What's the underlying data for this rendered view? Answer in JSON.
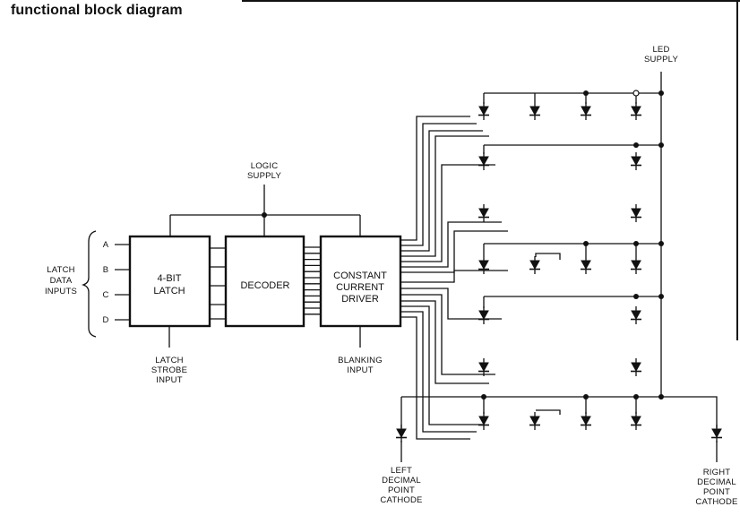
{
  "title": "functional block diagram",
  "blocks": {
    "latch": [
      "4-BIT",
      "LATCH"
    ],
    "decoder": [
      "DECODER"
    ],
    "driver": [
      "CONSTANT",
      "CURRENT",
      "DRIVER"
    ]
  },
  "inputs": {
    "group_label": [
      "LATCH",
      "DATA",
      "INPUTS"
    ],
    "pins": [
      "A",
      "B",
      "C",
      "D"
    ]
  },
  "labels": {
    "logic_supply": [
      "LOGIC",
      "SUPPLY"
    ],
    "led_supply": [
      "LED",
      "SUPPLY"
    ],
    "latch_strobe": [
      "LATCH",
      "STROBE",
      "INPUT"
    ],
    "blanking": [
      "BLANKING",
      "INPUT"
    ],
    "left_dp": [
      "LEFT",
      "DECIMAL",
      "POINT",
      "CATHODE"
    ],
    "right_dp": [
      "RIGHT",
      "DECIMAL",
      "POINT",
      "CATHODE"
    ]
  }
}
